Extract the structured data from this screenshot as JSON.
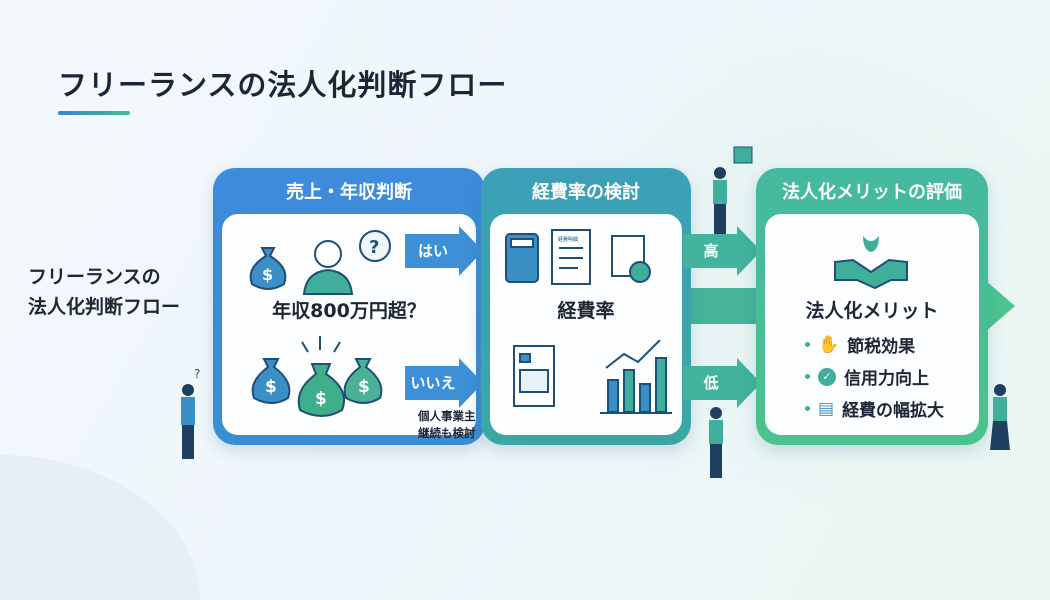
{
  "title": "フリーランスの法人化判断フロー",
  "side_label": {
    "line1": "フリーランスの",
    "line2": "法人化判断フロー"
  },
  "step1": {
    "header": "売上・年収判断",
    "question": "年収800万円超？"
  },
  "step2": {
    "header": "経費率の検討",
    "label": "経費率",
    "doc_label": "経費明細"
  },
  "step3": {
    "header": "法人化メリットの評価",
    "label": "法人化メリット",
    "items": [
      "節税効果",
      "信用力向上",
      "経費の幅拡大"
    ]
  },
  "arrows": {
    "yes": "はい",
    "no": "いいえ",
    "high": "高",
    "low": "低"
  },
  "no_note": {
    "line1": "個人事業主",
    "line2": "継続も検討"
  },
  "colors": {
    "blue": "#3a86d4",
    "teal": "#3aa6a8",
    "green": "#45bf8c"
  }
}
